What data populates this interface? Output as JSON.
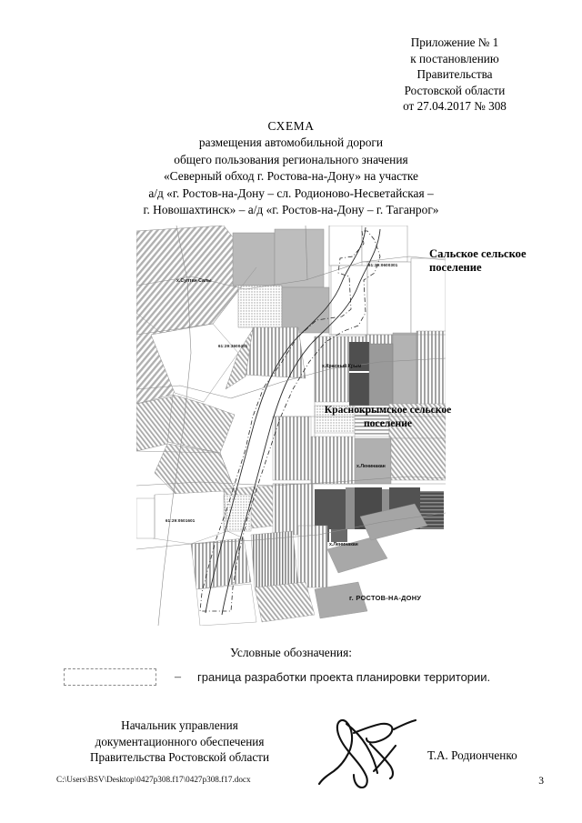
{
  "document": {
    "appendix": [
      "Приложение № 1",
      "к постановлению",
      "Правительства",
      "Ростовской области",
      "от 27.04.2017 № 308"
    ],
    "title": [
      "СХЕМА",
      "размещения автомобильной дороги",
      "общего пользования регионального значения",
      "«Северный обход г. Ростова-на-Дону» на участке",
      "а/д «г. Ростов-на-Дону – сл. Родионово-Несветайская –",
      "г. Новошахтинск» – а/д «г. Ростов-на-Дону – г. Таганрог»"
    ]
  },
  "map": {
    "region_labels": [
      {
        "text_line1": "Сальское сельское",
        "text_line2": "поселение"
      },
      {
        "text_line1": "Краснокрымское сельское",
        "text_line2": "поселение"
      }
    ],
    "settlements": [
      {
        "name": "х.Султан Салы"
      },
      {
        "name": "х.Красный Крым"
      },
      {
        "name": "х.Ленинакан"
      },
      {
        "name": "х.Ленинакан"
      },
      {
        "name": "г. РОСТОВ-НА-ДОНУ"
      }
    ],
    "cadastral_numbers": [
      "61:29:0600301",
      "61:29:3600401",
      "61:29:0501601"
    ]
  },
  "legend": {
    "title": "Условные обозначения:",
    "dash": "–",
    "entry": "граница разработки проекта планировки территории."
  },
  "signature": {
    "lines": [
      "Начальник управления",
      "документационного обеспечения",
      "Правительства Ростовской области"
    ],
    "name": "Т.А. Родионченко"
  },
  "footer": {
    "path": "C:\\Users\\BSV\\Desktop\\0427p308.f17\\0427p308.f17.docx",
    "page": "3"
  },
  "colors": {
    "paper": "#ffffff",
    "ink": "#000000",
    "parcel_light": "#b9b9b9",
    "parcel_mid": "#9a9a9a",
    "parcel_dark": "#585858",
    "line": "#7a7a7a",
    "legend_border": "#8a8a8a"
  }
}
